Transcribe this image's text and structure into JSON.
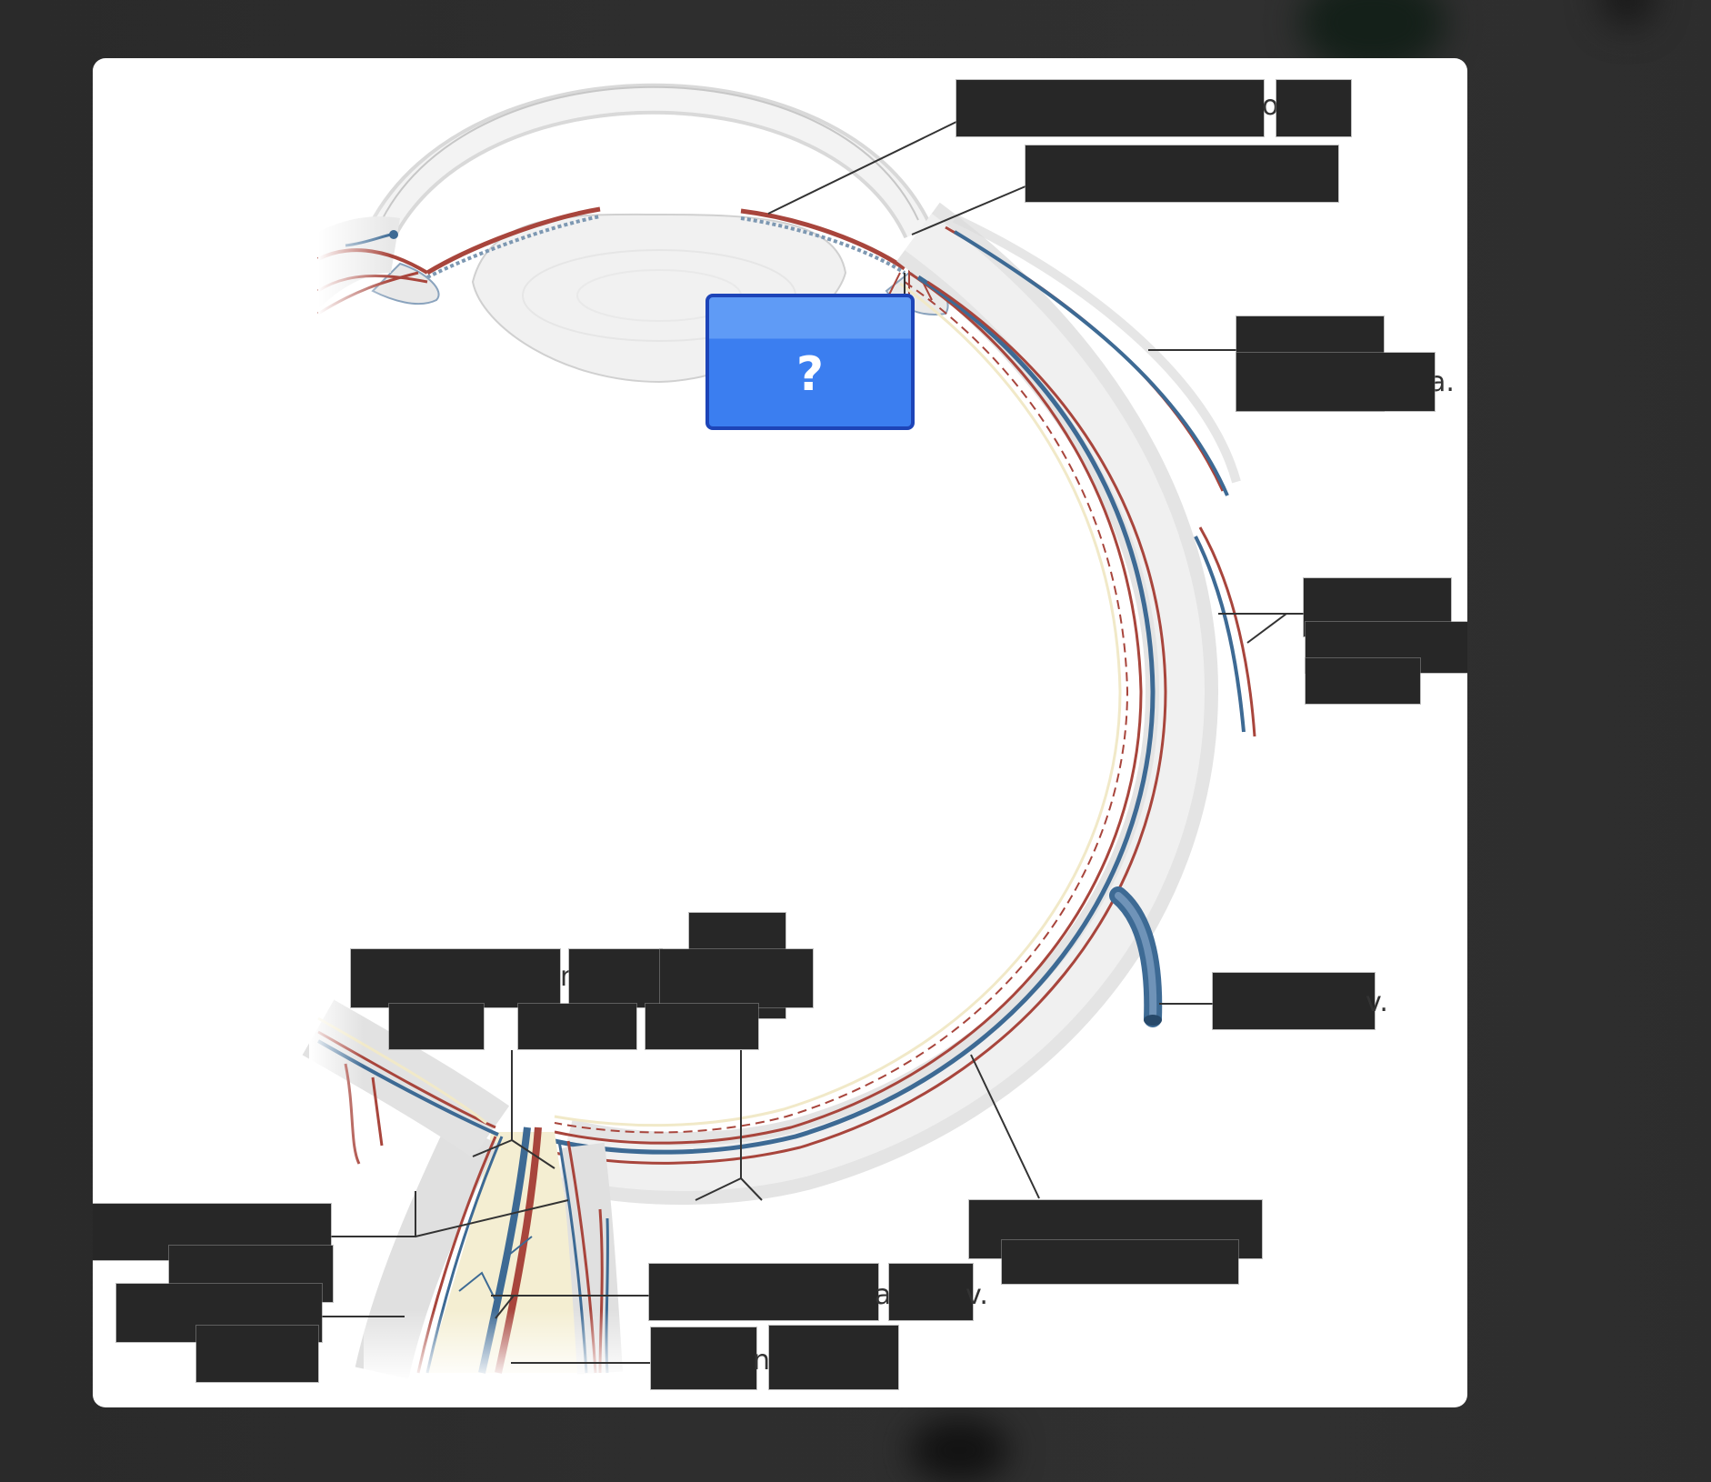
{
  "colors": {
    "background": "#2d2d2d",
    "card": "#ffffff",
    "redaction": "#272727",
    "artery": "#a8453c",
    "vein": "#3d6a94",
    "sclera": "#e6e6e6",
    "nerve": "#f4eed2",
    "hotspot_fill_top": "#5f9bf6",
    "hotspot_fill_bottom": "#3b7ef0",
    "hotspot_border": "#1d44b8",
    "leader_line": "#333333"
  },
  "diagram": {
    "subject": "Blood supply of the eye (sagittal section)",
    "hotspot": {
      "label": "?"
    },
    "visible_label_fragments": [
      {
        "id": "top-label-1",
        "text": "o"
      },
      {
        "id": "right-label-1",
        "text": "a."
      },
      {
        "id": "right-label-3",
        "text": "v."
      },
      {
        "id": "bottom-label-1",
        "text": "n"
      },
      {
        "id": "bottom-label-4",
        "text": "a"
      },
      {
        "id": "bottom-label-4b",
        "text": "v."
      },
      {
        "id": "bottom-label-5",
        "text": "n"
      }
    ]
  }
}
